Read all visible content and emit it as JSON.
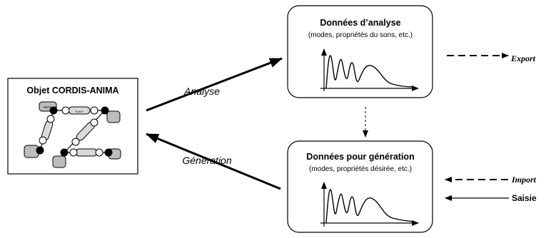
{
  "object_box": {
    "title": "Objet CORDIS-ANIMA",
    "small_labels": [
      "~MAT~",
      "~LIAI~"
    ]
  },
  "analysis_box": {
    "title": "Données d’analyse",
    "subtitle": "(modes, propriétés du sons, etc.)"
  },
  "generation_box": {
    "title": "Données pour génération",
    "subtitle": "(modes, propriétés désirée, etc.)"
  },
  "arrows": {
    "analyse": "Analyse",
    "generation": "Génération",
    "export": "Export",
    "import": "Import",
    "saisie": "Saisie"
  }
}
